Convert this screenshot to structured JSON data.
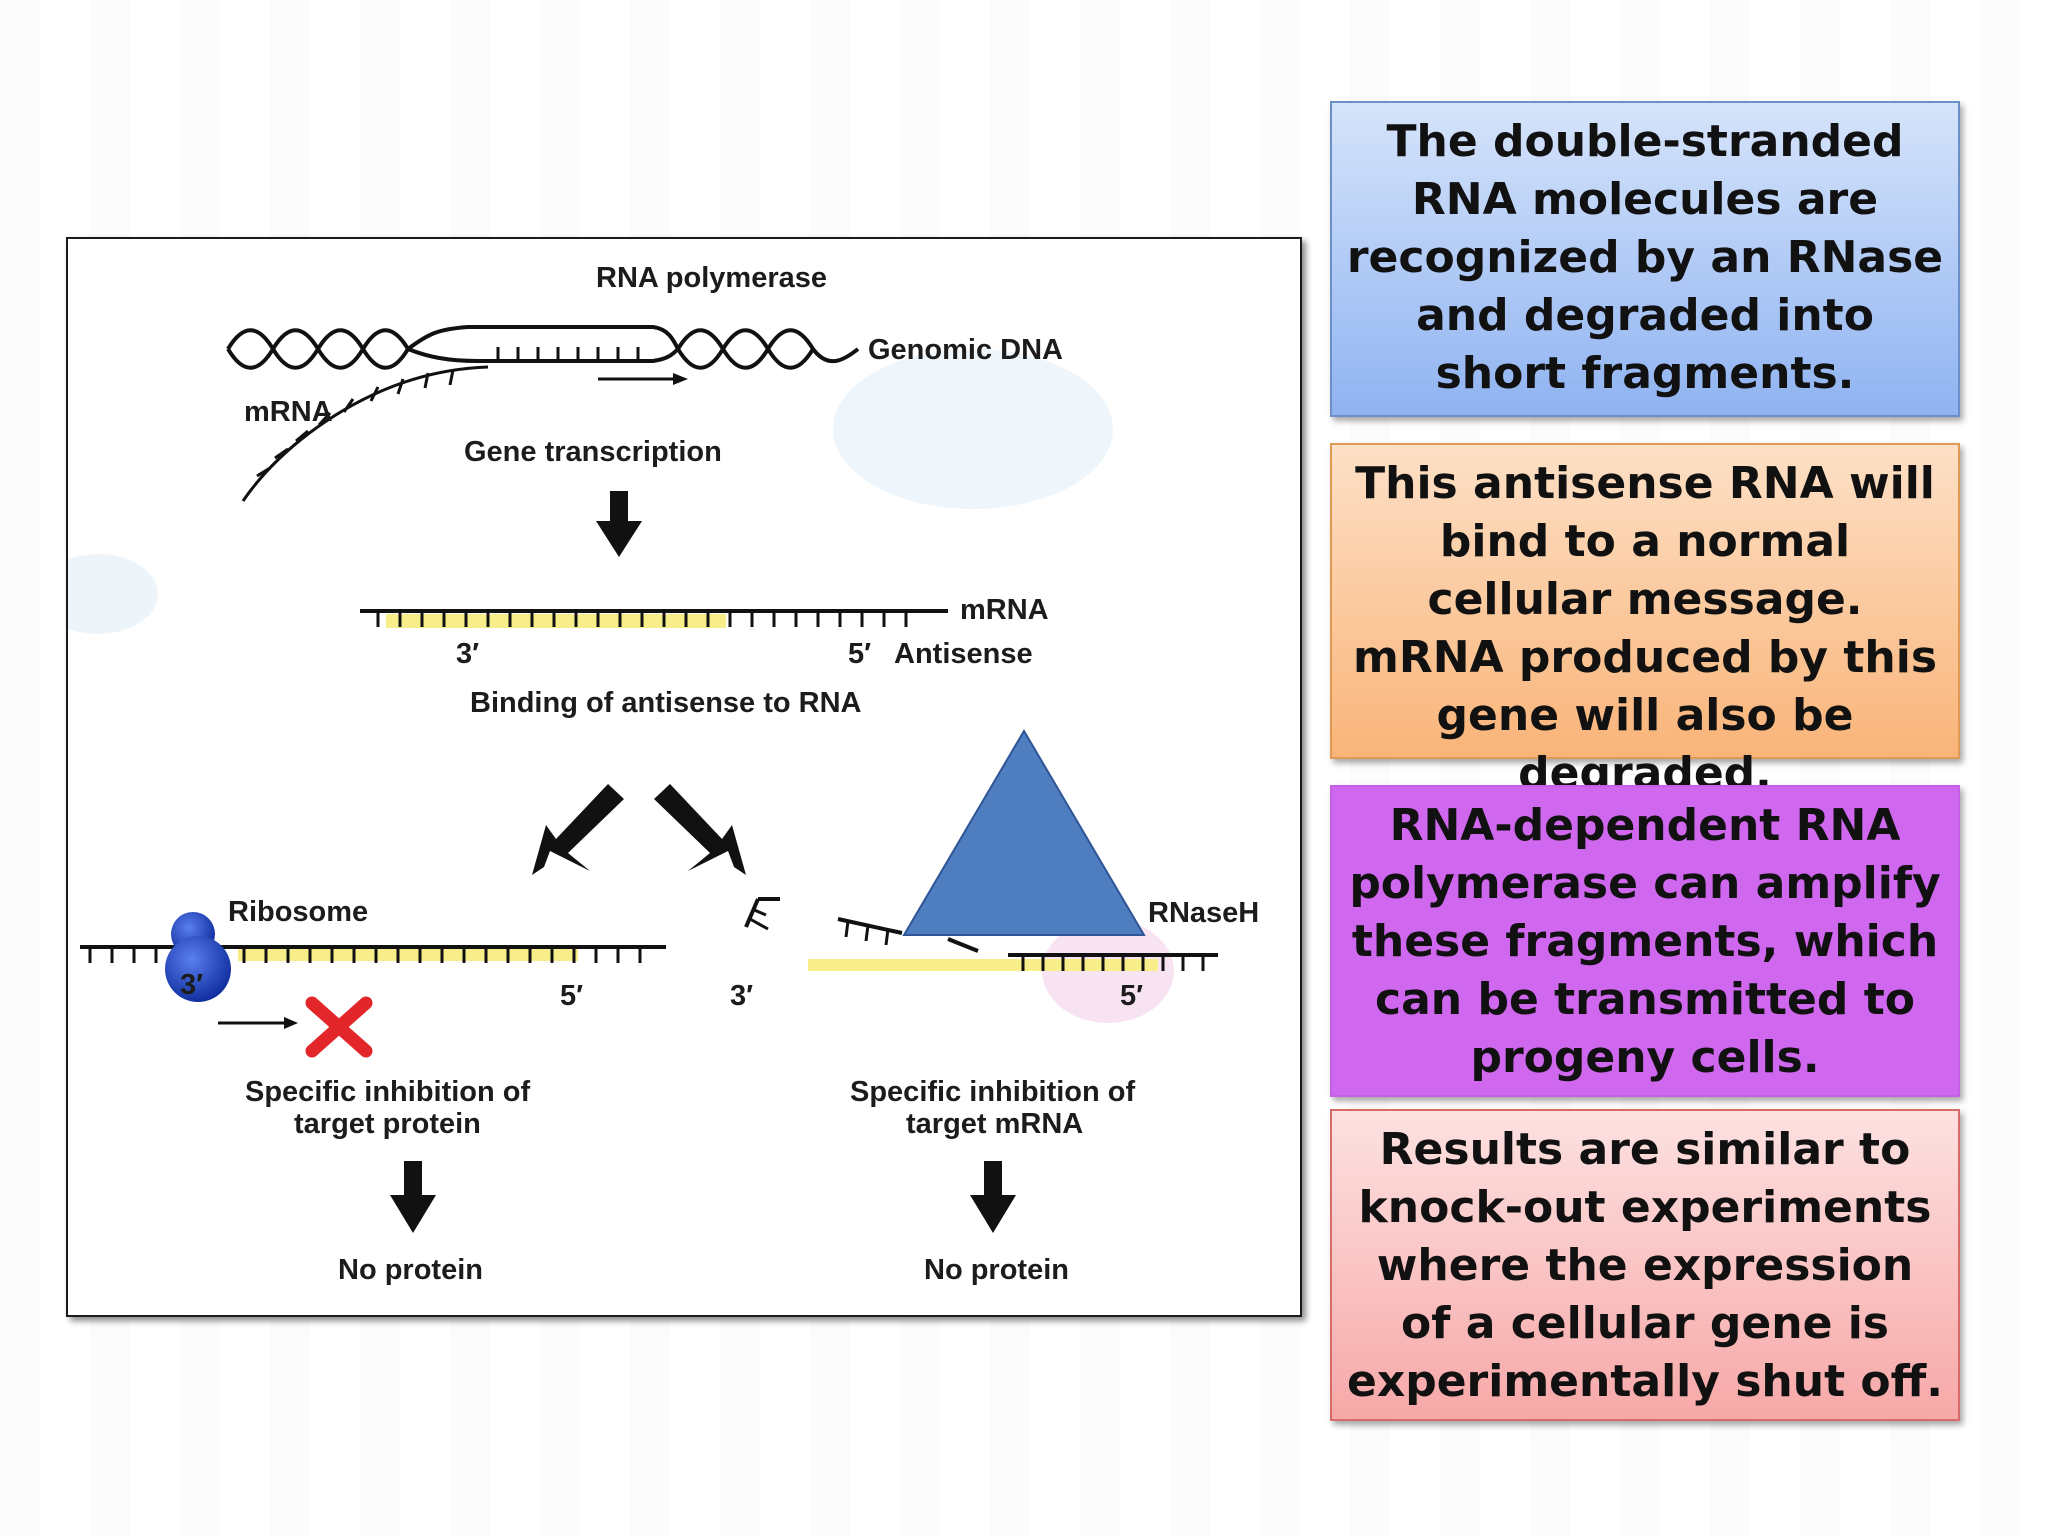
{
  "diagram": {
    "labels": {
      "rna_polymerase": "RNA polymerase",
      "genomic_dna": "Genomic DNA",
      "mrna_top": "mRNA",
      "gene_transcription": "Gene transcription",
      "mrna_mid": "mRNA",
      "three_prime_mid": "3′",
      "five_prime_mid": "5′",
      "antisense": "Antisense",
      "binding": "Binding of antisense to RNA",
      "ribosome": "Ribosome",
      "ribosome_3": "3′",
      "five_prime_left": "5′",
      "rnaseh": "RNaseH",
      "three_prime_right": "3′",
      "five_prime_right": "5′",
      "inhibition_protein_1": "Specific inhibition of",
      "inhibition_protein_2": "target protein",
      "inhibition_mrna_1": "Specific inhibition of",
      "inhibition_mrna_2": "target mRNA",
      "no_protein_left": "No protein",
      "no_protein_right": "No protein"
    },
    "colors": {
      "triangle": "#4f7ec0",
      "triangle_stroke": "#2f5597",
      "ribosome": "#1a3fb8",
      "cross": "#e3262a",
      "antisense_highlight": "#f7ee8a"
    }
  },
  "notes": [
    {
      "text": "The double-stranded RNA molecules are recognized by an RNase and degraded into short fragments."
    },
    {
      "text": "This antisense RNA will bind to a normal cellular message. mRNA produced by this gene will also be degraded."
    },
    {
      "text": "RNA-dependent RNA polymerase can amplify these fragments, which can be transmitted to progeny cells."
    },
    {
      "text": "Results are similar to knock-out experiments where the expression of a cellular gene is experimentally shut off."
    }
  ]
}
